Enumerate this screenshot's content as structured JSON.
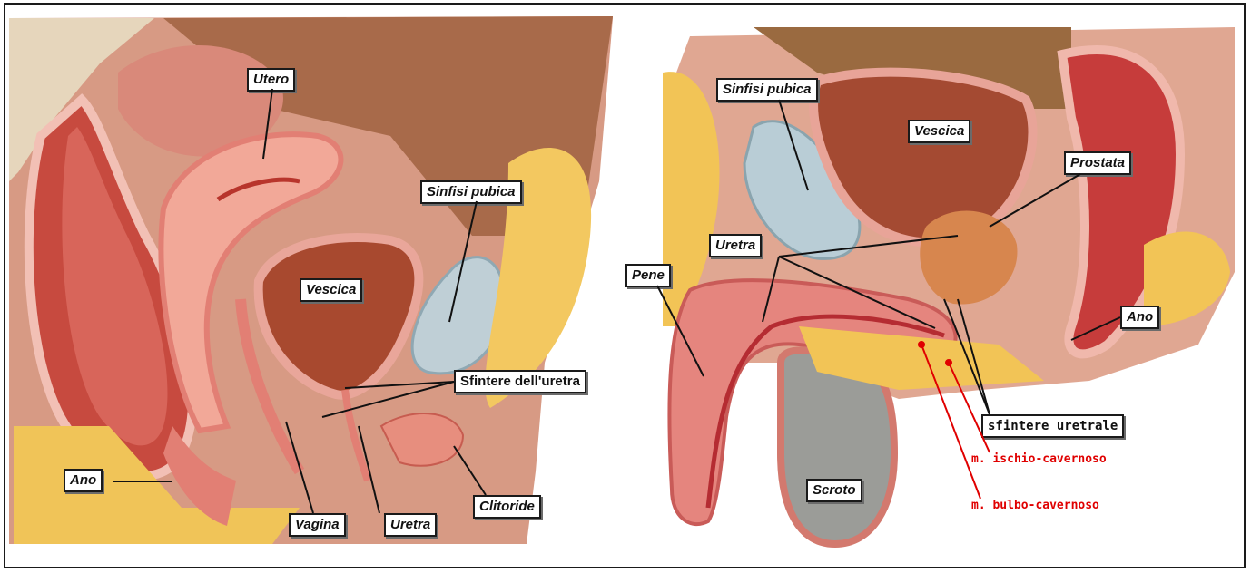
{
  "female": {
    "labels": {
      "utero": "Utero",
      "sinfisi_pubica": "Sinfisi pubica",
      "vescica": "Vescica",
      "sfintere": "Sfintere dell'uretra",
      "ano": "Ano",
      "vagina": "Vagina",
      "uretra": "Uretra",
      "clitoride": "Clitoride"
    }
  },
  "male": {
    "labels": {
      "sinfisi_pubica": "Sinfisi pubica",
      "vescica": "Vescica",
      "prostata": "Prostata",
      "uretra": "Uretra",
      "pene": "Pene",
      "ano": "Ano",
      "sfintere_uretrale": "sfintere uretrale",
      "scroto": "Scroto"
    },
    "muscle_notes": {
      "ischio": "m. ischio-cavernoso",
      "bulbo": "m. bulbo-cavernoso"
    }
  }
}
